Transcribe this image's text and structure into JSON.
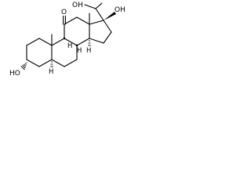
{
  "molecule": {
    "labels": {
      "c11_oxygen": "O",
      "c20_oh": "OH",
      "c17_oh": "OH",
      "c3_ho": "HO",
      "c5_h": "H",
      "c8_h": "H",
      "c9_h": "H",
      "c14_h": "H"
    },
    "c3_ho_stereo": "hashed",
    "c17_oh_stereo": "bold-wedge"
  }
}
